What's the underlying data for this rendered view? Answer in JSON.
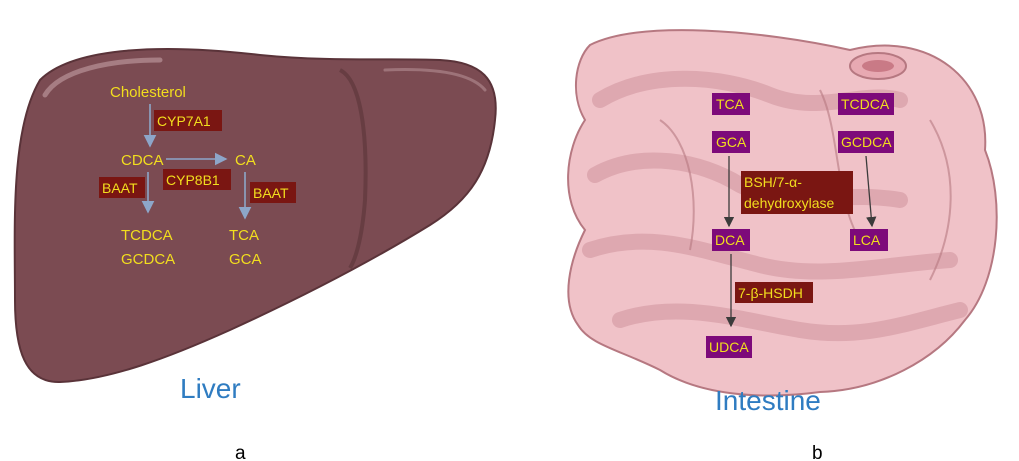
{
  "colors": {
    "liver_fill": "#7b4b52",
    "liver_edge": "#5a3339",
    "liver_highlight": "#a67d83",
    "intestine_fill": "#f0c2c8",
    "intestine_shade": "#d69ca5",
    "intestine_edge": "#b67881",
    "enzyme_box": "#7a1612",
    "metabolite_box_purple": "#7d0a7a",
    "label_text": "#f2de1e",
    "organ_label": "#2f7cc1",
    "arrow": "#8da6c9"
  },
  "liver": {
    "title": "Liver",
    "panel_letter": "a",
    "cholesterol": "Cholesterol",
    "cyp7a1": "CYP7A1",
    "cdca": "CDCA",
    "ca": "CA",
    "cyp8b1": "CYP8B1",
    "baat_left": "BAAT",
    "baat_right": "BAAT",
    "tcdca": "TCDCA",
    "gcdca": "GCDCA",
    "tca": "TCA",
    "gca": "GCA"
  },
  "intestine": {
    "title": "Intestine",
    "panel_letter": "b",
    "tca": "TCA",
    "gca": "GCA",
    "tcdca": "TCDCA",
    "gcdca": "GCDCA",
    "enzyme_line1": "BSH/7-α-",
    "enzyme_line2": "dehydroxylase",
    "dca": "DCA",
    "lca": "LCA",
    "hsdh": "7-β-HSDH",
    "udca": "UDCA"
  }
}
